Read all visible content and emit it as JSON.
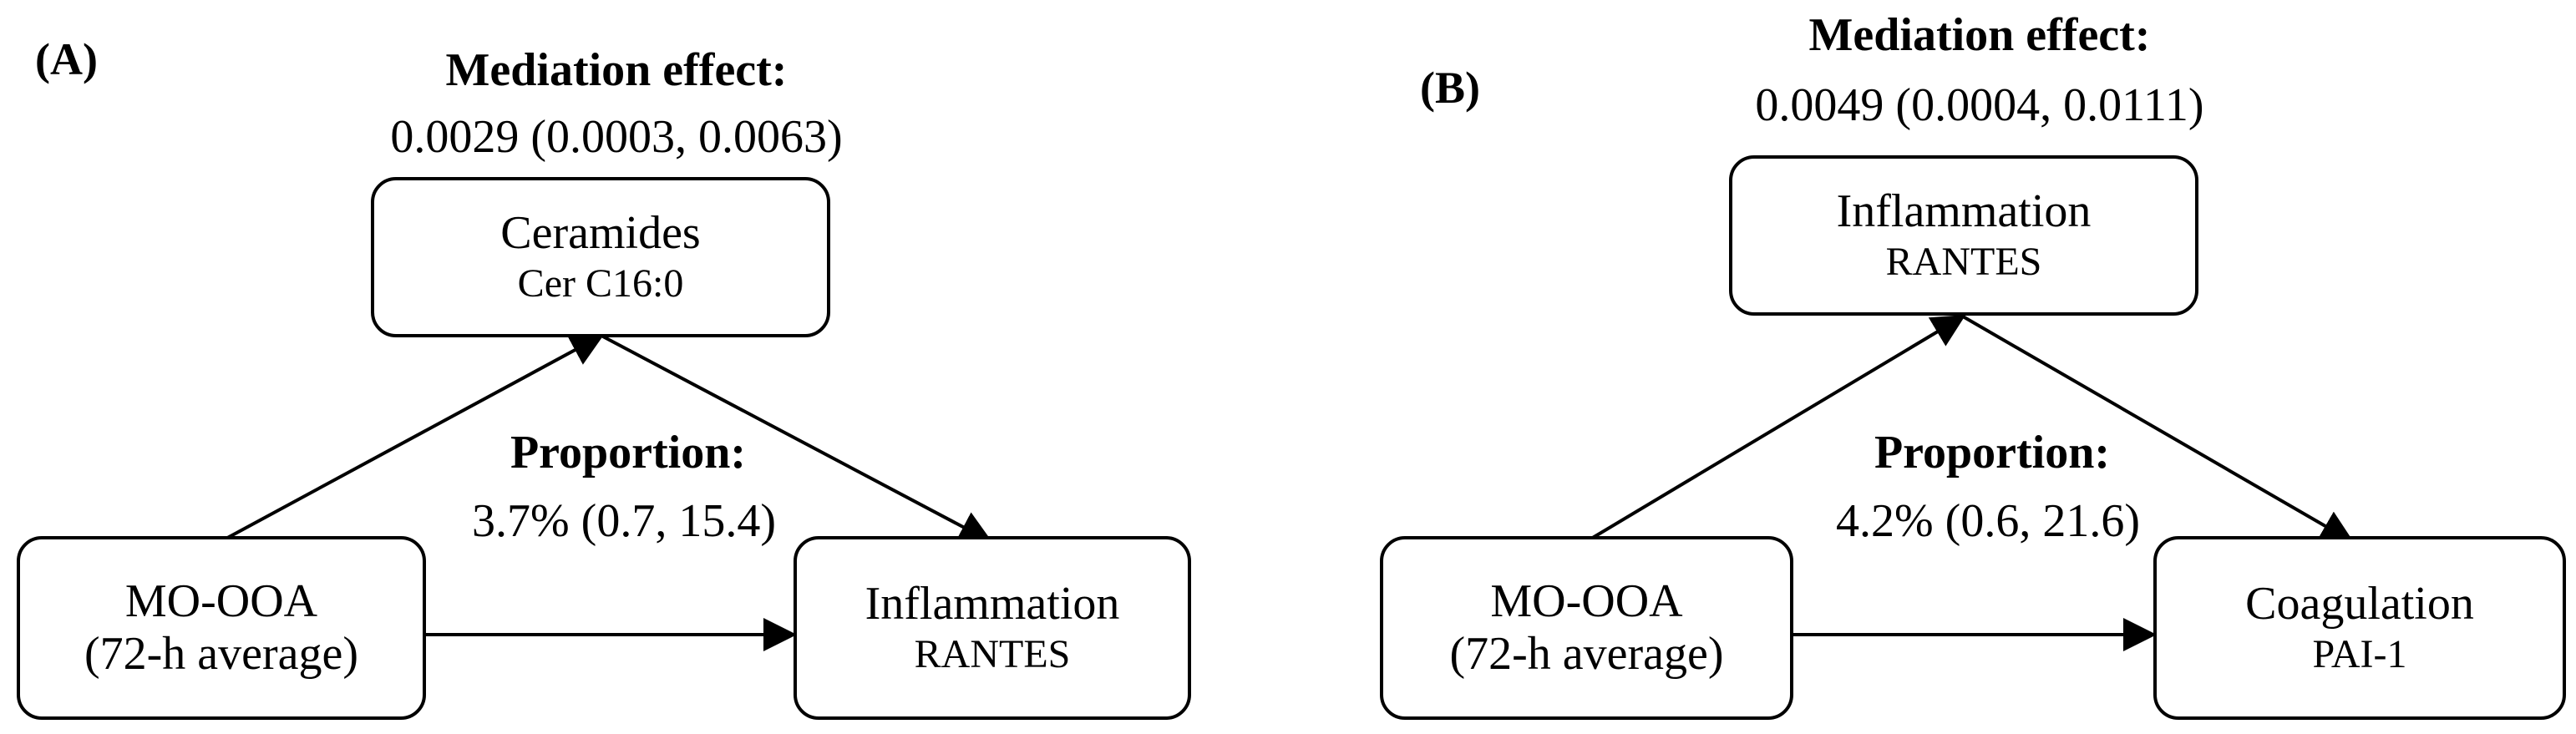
{
  "panels": [
    {
      "label": "(A)",
      "mediation_title": "Mediation effect:",
      "mediation_value": "0.0029 (0.0003, 0.0063)",
      "proportion_title": "Proportion:",
      "proportion_value": "3.7% (0.7, 15.4)",
      "exposure": {
        "line1": "MO-OOA",
        "line2": "(72-h average)"
      },
      "mediator": {
        "line1": "Ceramides",
        "line2": "Cer C16:0"
      },
      "outcome": {
        "line1": "Inflammation",
        "line2": "RANTES"
      }
    },
    {
      "label": "(B)",
      "mediation_title": "Mediation effect:",
      "mediation_value": "0.0049 (0.0004, 0.0111)",
      "proportion_title": "Proportion:",
      "proportion_value": "4.2% (0.6, 21.6)",
      "exposure": {
        "line1": "MO-OOA",
        "line2": "(72-h average)"
      },
      "mediator": {
        "line1": "Inflammation",
        "line2": "RANTES"
      },
      "outcome": {
        "line1": "Coagulation",
        "line2": "PAI-1"
      }
    }
  ]
}
